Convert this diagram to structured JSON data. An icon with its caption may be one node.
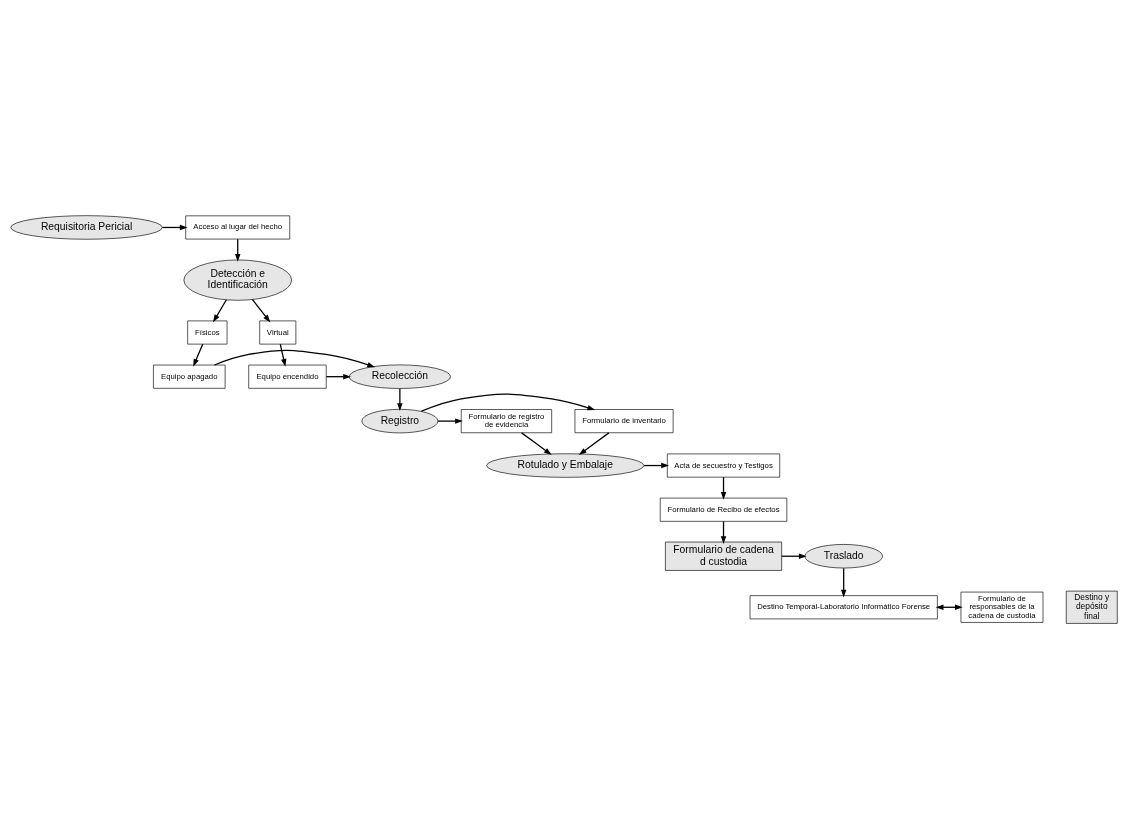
{
  "diagram": {
    "nodes": [
      {
        "text": [
          "Requisitoria Pericial"
        ]
      },
      {
        "text": [
          "Acceso al lugar del hecho"
        ]
      },
      {
        "text": [
          "Detección e Identificación"
        ]
      },
      {
        "text": [
          "Físicos"
        ]
      },
      {
        "text": [
          "Virtual"
        ]
      },
      {
        "text": [
          "Equipo apagado"
        ]
      },
      {
        "text": [
          "Recolección"
        ]
      },
      {
        "text": [
          "Equipo encendido"
        ]
      },
      {
        "text": [
          "Formulario de inventario"
        ]
      },
      {
        "text": [
          "Registro"
        ]
      },
      {
        "text": [
          "Formulario de registro de evidencia"
        ]
      },
      {
        "text": [
          "Rotulado y Embalaje"
        ]
      },
      {
        "text": [
          "Acta de secuestro y Testigos"
        ]
      },
      {
        "text": [
          "Formulario de Recibo de efectos"
        ]
      },
      {
        "text": [
          "Formulario de cadena d custodia"
        ]
      },
      {
        "text": [
          "Traslado"
        ]
      },
      {
        "text": [
          "Destino Temporal-Laboratorio Informático Forense"
        ]
      },
      {
        "text": [
          "Formulario de responsables de la cadena de custodia"
        ]
      },
      {
        "text": [
          "Destino y depósito final"
        ]
      }
    ],
    "edges": [
      {
        "from": 0,
        "to": 1,
        "arrow": "to"
      },
      {
        "from": 1,
        "to": 2,
        "arrow": "to"
      },
      {
        "from": 2,
        "to": 3,
        "arrow": "to"
      },
      {
        "from": 2,
        "to": 4,
        "arrow": "to"
      },
      {
        "from": 3,
        "to": 5,
        "arrow": "to"
      },
      {
        "from": 4,
        "to": 7,
        "arrow": "to"
      },
      {
        "from": 5,
        "to": 6,
        "arrow": "to"
      },
      {
        "from": 7,
        "to": 6,
        "arrow": "to"
      },
      {
        "from": 6,
        "to": 9,
        "arrow": "to"
      },
      {
        "from": 9,
        "to": 8,
        "arrow": "to"
      },
      {
        "from": 9,
        "to": 10,
        "arrow": "to"
      },
      {
        "from": 8,
        "to": 11,
        "arrow": "to"
      },
      {
        "from": 10,
        "to": 11,
        "arrow": "to"
      },
      {
        "from": 11,
        "to": 12,
        "arrow": "to"
      },
      {
        "from": 12,
        "to": 13,
        "arrow": "to"
      },
      {
        "from": 13,
        "to": 14,
        "arrow": "to"
      },
      {
        "from": 14,
        "to": 15,
        "arrow": "to"
      },
      {
        "from": 15,
        "to": 16,
        "arrow": "to"
      },
      {
        "from": 16,
        "to": 17,
        "arrow": "both"
      }
    ]
  }
}
